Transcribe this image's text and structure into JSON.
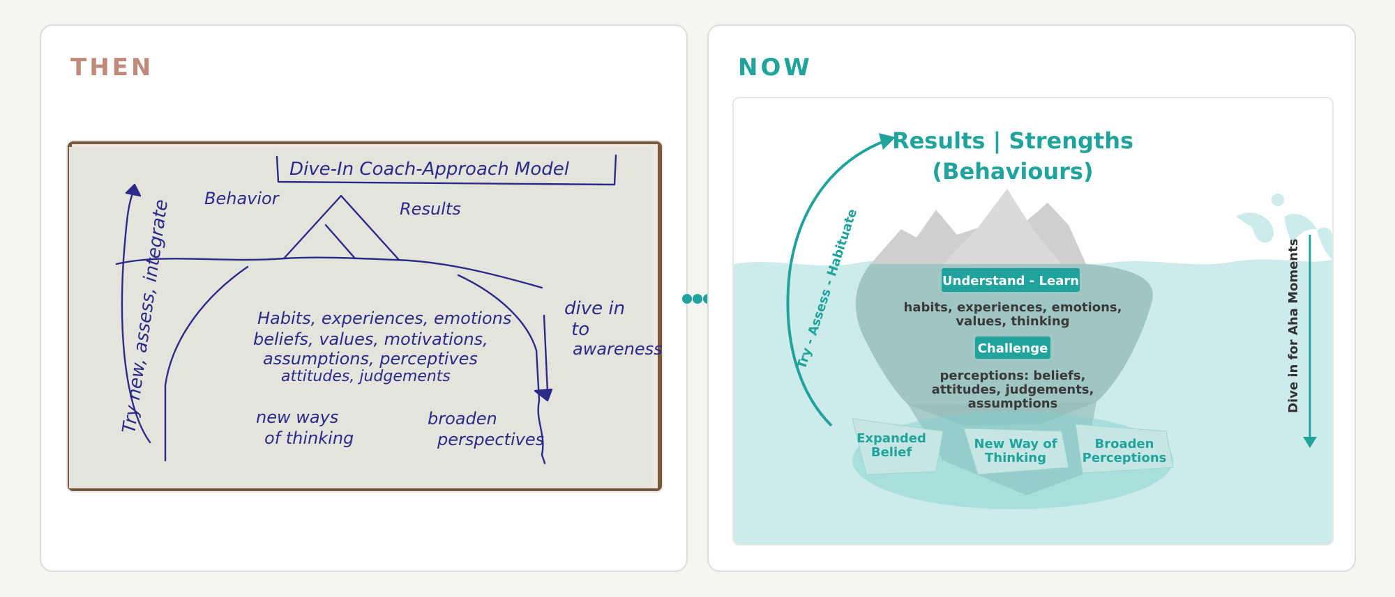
{
  "then": {
    "title": "THEN",
    "note": {
      "heading": "Dive-In Coach-Approach Model",
      "behavior": "Behavior",
      "results": "Results",
      "left_arrow": "Try new, assess, integrate",
      "right_arrow": [
        "dive in",
        "to",
        "awareness"
      ],
      "middle_lines": [
        "Habits, experiences, emotions",
        "beliefs, values, motivations,",
        "assumptions, perceptives",
        "attitudes, judgements"
      ],
      "bottom_left": [
        "new ways",
        "of thinking"
      ],
      "bottom_right": [
        "broaden",
        "perspectives"
      ]
    }
  },
  "now": {
    "title": "NOW",
    "diagram": {
      "heading_line1": "Results | Strengths",
      "heading_line2": "(Behaviours)",
      "left_arrow_label": "Try - Assess - Habituate",
      "right_arrow_label": "Dive in for Aha Moments",
      "badge1": "Understand - Learn",
      "text1": [
        "habits, experiences, emotions,",
        "values, thinking"
      ],
      "badge2": "Challenge",
      "text2": [
        "perceptions: beliefs,",
        "attitudes, judgements,",
        "assumptions"
      ],
      "shard_left": [
        "Expanded",
        "Belief"
      ],
      "shard_middle": [
        "New Way of",
        "Thinking"
      ],
      "shard_right": [
        "Broaden",
        "Perceptions"
      ]
    }
  },
  "colors": {
    "teal": "#1fa39c",
    "then_title": "#c08a7a",
    "ink": "#2a2a8a",
    "water": "#cdebea",
    "badge": "#1fa39c"
  }
}
